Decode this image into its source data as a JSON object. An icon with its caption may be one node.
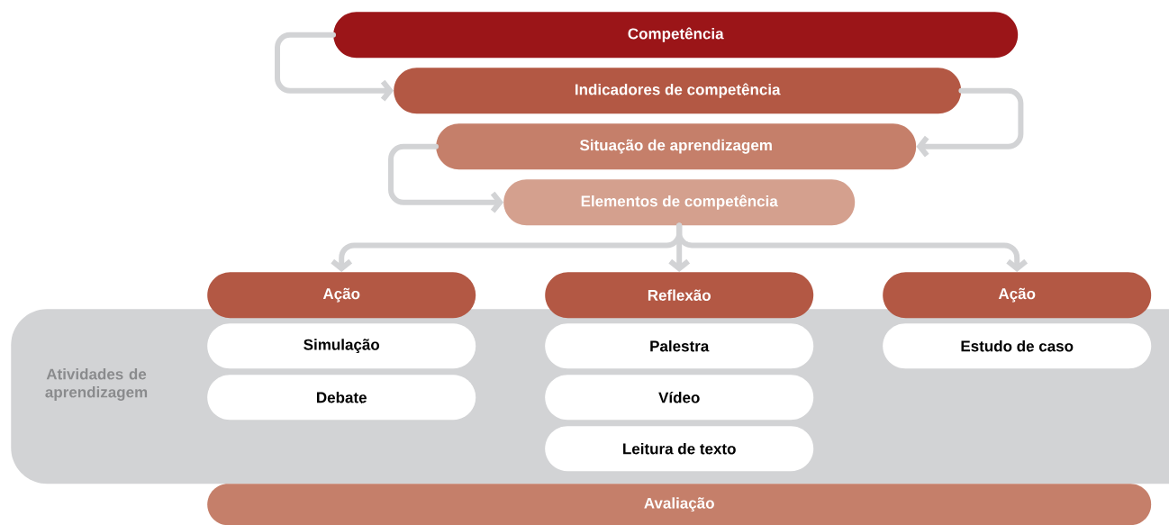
{
  "diagram": {
    "nodes": [
      {
        "text": [
          "Competência"
        ]
      },
      {
        "text": [
          "Indicadores de competência"
        ]
      },
      {
        "text": [
          "Situação de aprendizagem"
        ]
      },
      {
        "text": [
          "Elementos de competência"
        ]
      },
      {
        "text": [
          "Atividades de aprendizagem"
        ]
      },
      {
        "text": [
          "Ação"
        ]
      },
      {
        "text": [
          "Reflexão"
        ]
      },
      {
        "text": [
          "Ação"
        ]
      },
      {
        "text": [
          "Simulação"
        ],
        "in": 4
      },
      {
        "text": [
          "Debate"
        ],
        "in": 4
      },
      {
        "text": [
          "Palestra"
        ],
        "in": 4
      },
      {
        "text": [
          "Vídeo"
        ],
        "in": 4
      },
      {
        "text": [
          "Leitura de texto"
        ],
        "in": 4
      },
      {
        "text": [
          "Estudo de caso"
        ],
        "in": 4
      },
      {
        "text": [
          "Avaliação"
        ]
      }
    ],
    "edges": [
      {
        "from": 0,
        "to": 1,
        "arrow": "to"
      },
      {
        "from": 1,
        "to": 2,
        "arrow": "to"
      },
      {
        "from": 2,
        "to": 3,
        "arrow": "to"
      },
      {
        "from": 3,
        "to": 5,
        "arrow": "to"
      },
      {
        "from": 3,
        "to": 6,
        "arrow": "to"
      },
      {
        "from": 3,
        "to": 7,
        "arrow": "to"
      }
    ]
  }
}
